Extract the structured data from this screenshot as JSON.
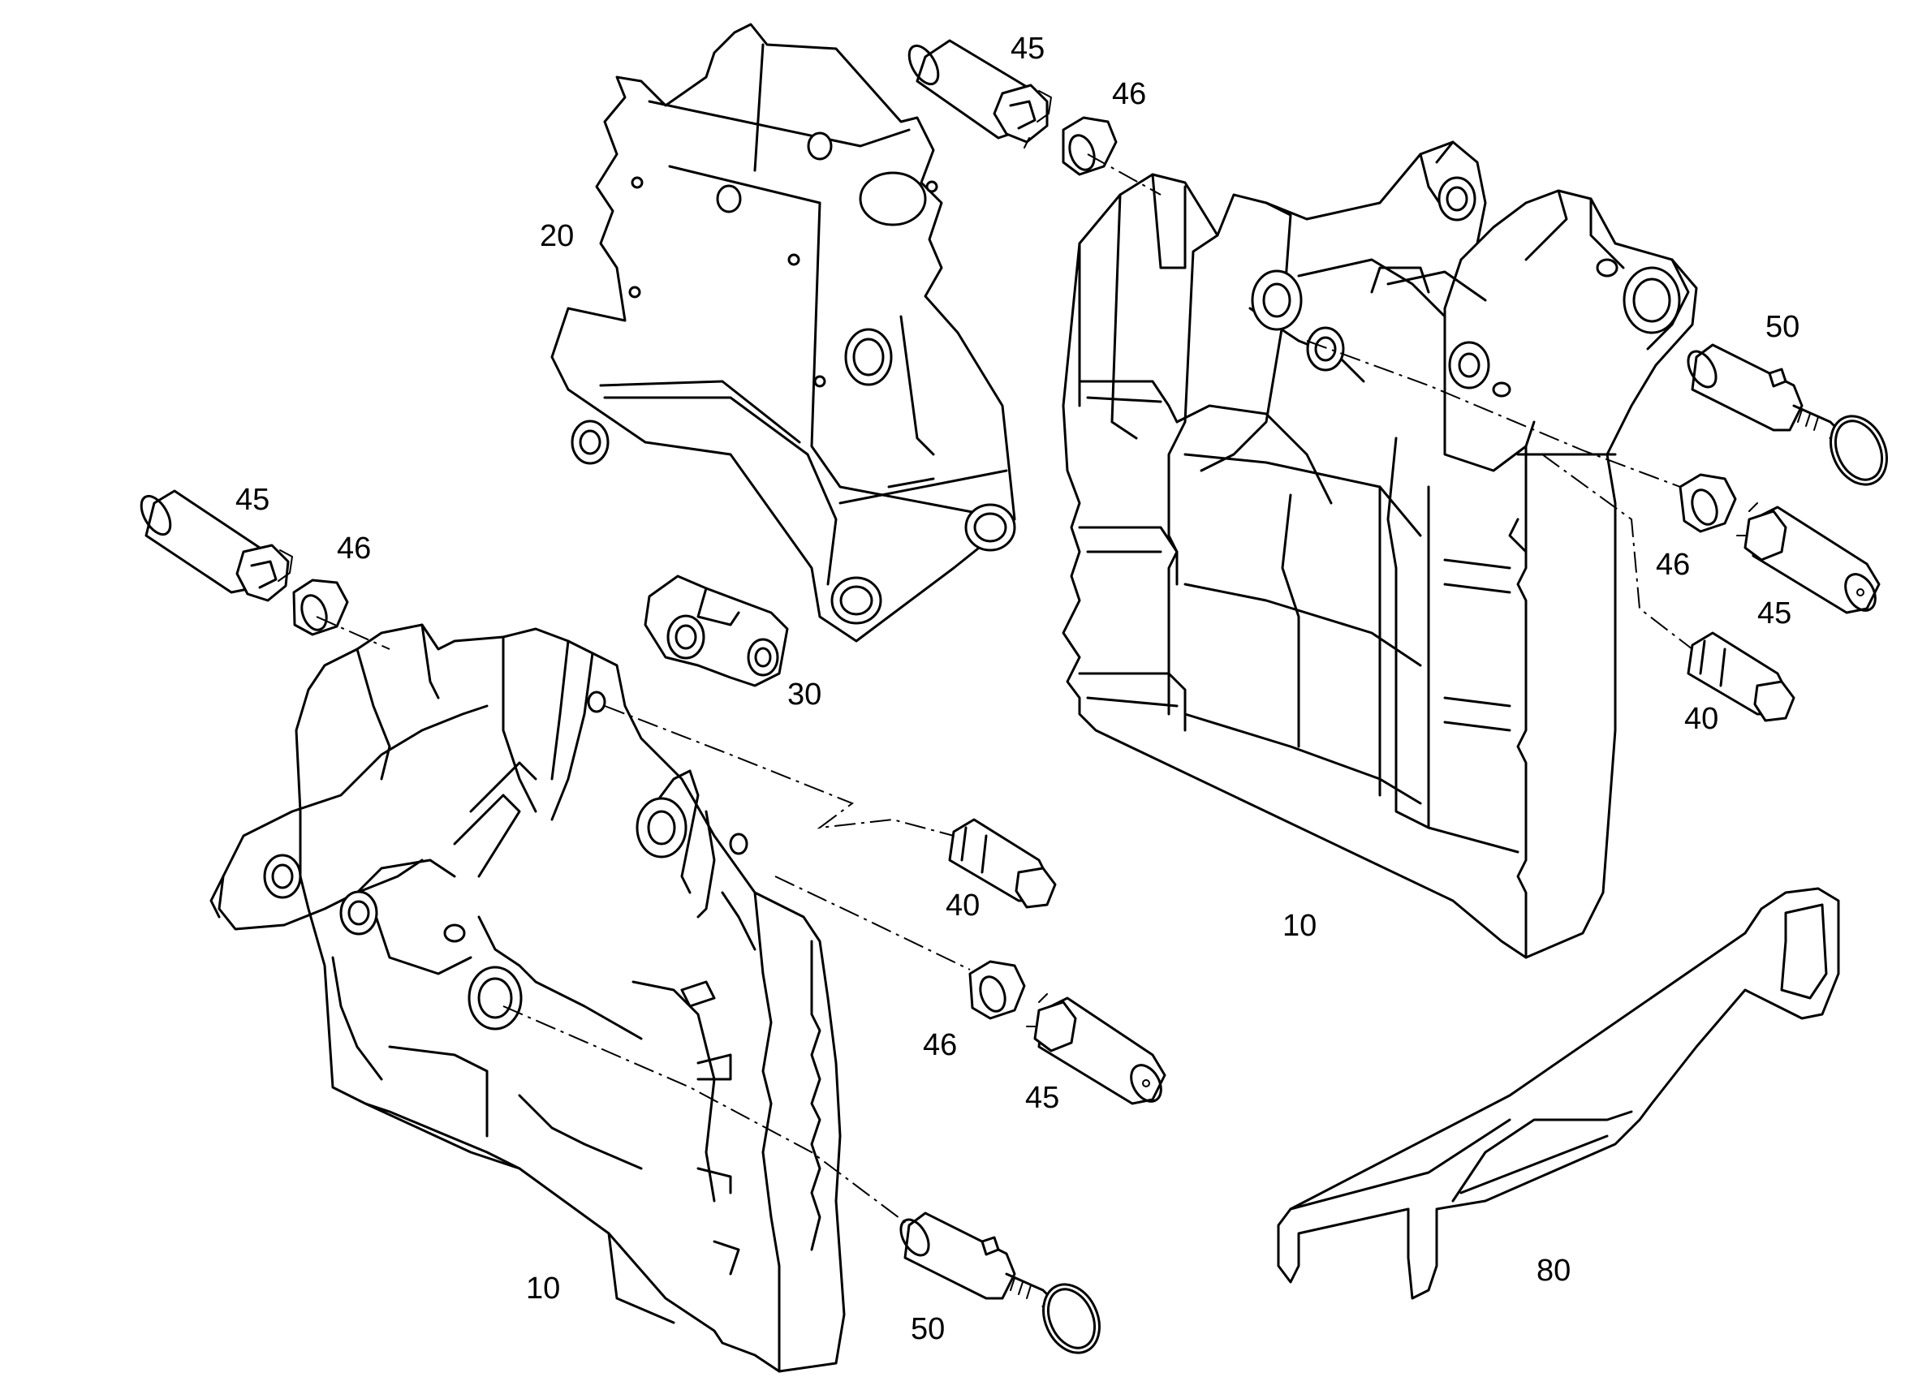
{
  "callouts": {
    "c_10_right": "10",
    "c_10_left": "10",
    "c_20": "20",
    "c_30": "30",
    "c_40_right": "40",
    "c_40_left": "40",
    "c_45_top": "45",
    "c_45_left": "45",
    "c_45_right": "45",
    "c_45_bottom": "45",
    "c_46_top": "46",
    "c_46_left": "46",
    "c_46_right": "46",
    "c_46_bottom": "46",
    "c_50_right": "50",
    "c_50_bottom": "50",
    "c_80": "80"
  },
  "style": {
    "line_color": "#000000",
    "background": "#ffffff"
  }
}
